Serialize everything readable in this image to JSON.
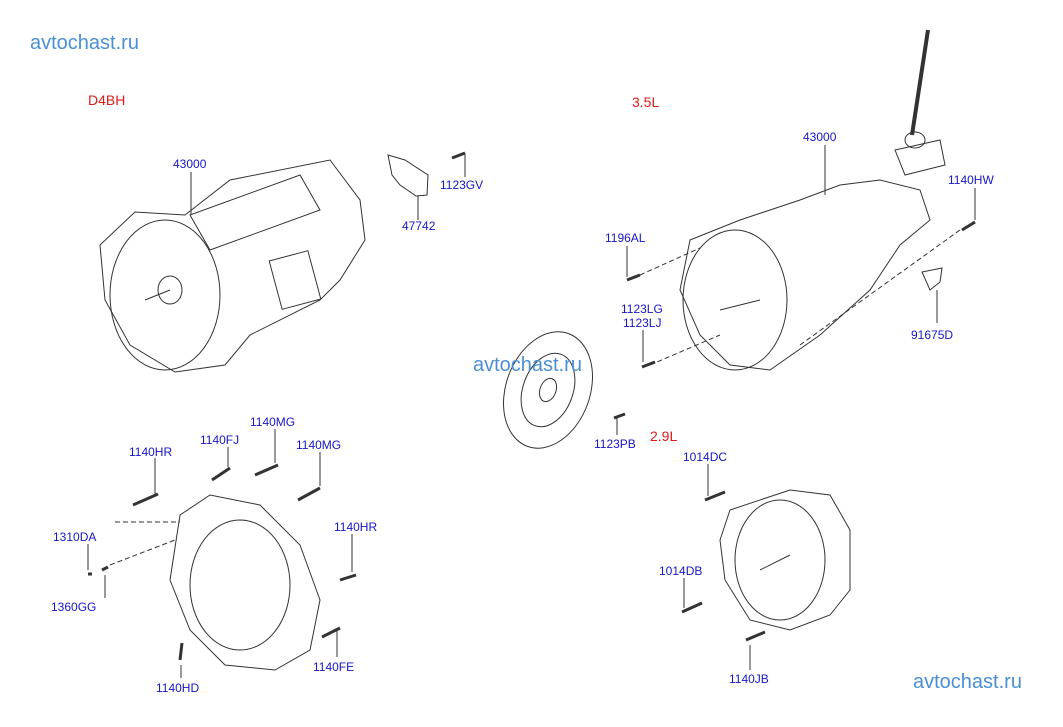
{
  "watermarks": [
    "avtochast.ru",
    "avtochast.ru",
    "avtochast.ru"
  ],
  "engines": {
    "d4bh": "D4BH",
    "l35": "3.5L",
    "l29": "2.9L"
  },
  "d4bh_parts": {
    "transmission": "43000",
    "bracket": "47742",
    "bolt": "1123GV"
  },
  "l35_parts": {
    "transmission": "43000",
    "bolt_rear": "1140HW",
    "bolt_upper": "1196AL",
    "bolt_lower_1": "1123LG",
    "bolt_lower_2": "1123LJ",
    "clip": "91675D",
    "clutch_bolt": "1123PB"
  },
  "housing_parts": {
    "mg_1": "1140MG",
    "fj": "1140FJ",
    "hr_1": "1140HR",
    "mg_2": "1140MG",
    "da": "1310DA",
    "hr_2": "1140HR",
    "gg": "1360GG",
    "hd": "1140HD",
    "fe": "1140FE"
  },
  "l29_parts": {
    "dc": "1014DC",
    "db": "1014DB",
    "jb": "1140JB"
  },
  "colors": {
    "label": "#1616c8",
    "engine": "#e01a1a",
    "watermark": "#4a8fd6"
  }
}
